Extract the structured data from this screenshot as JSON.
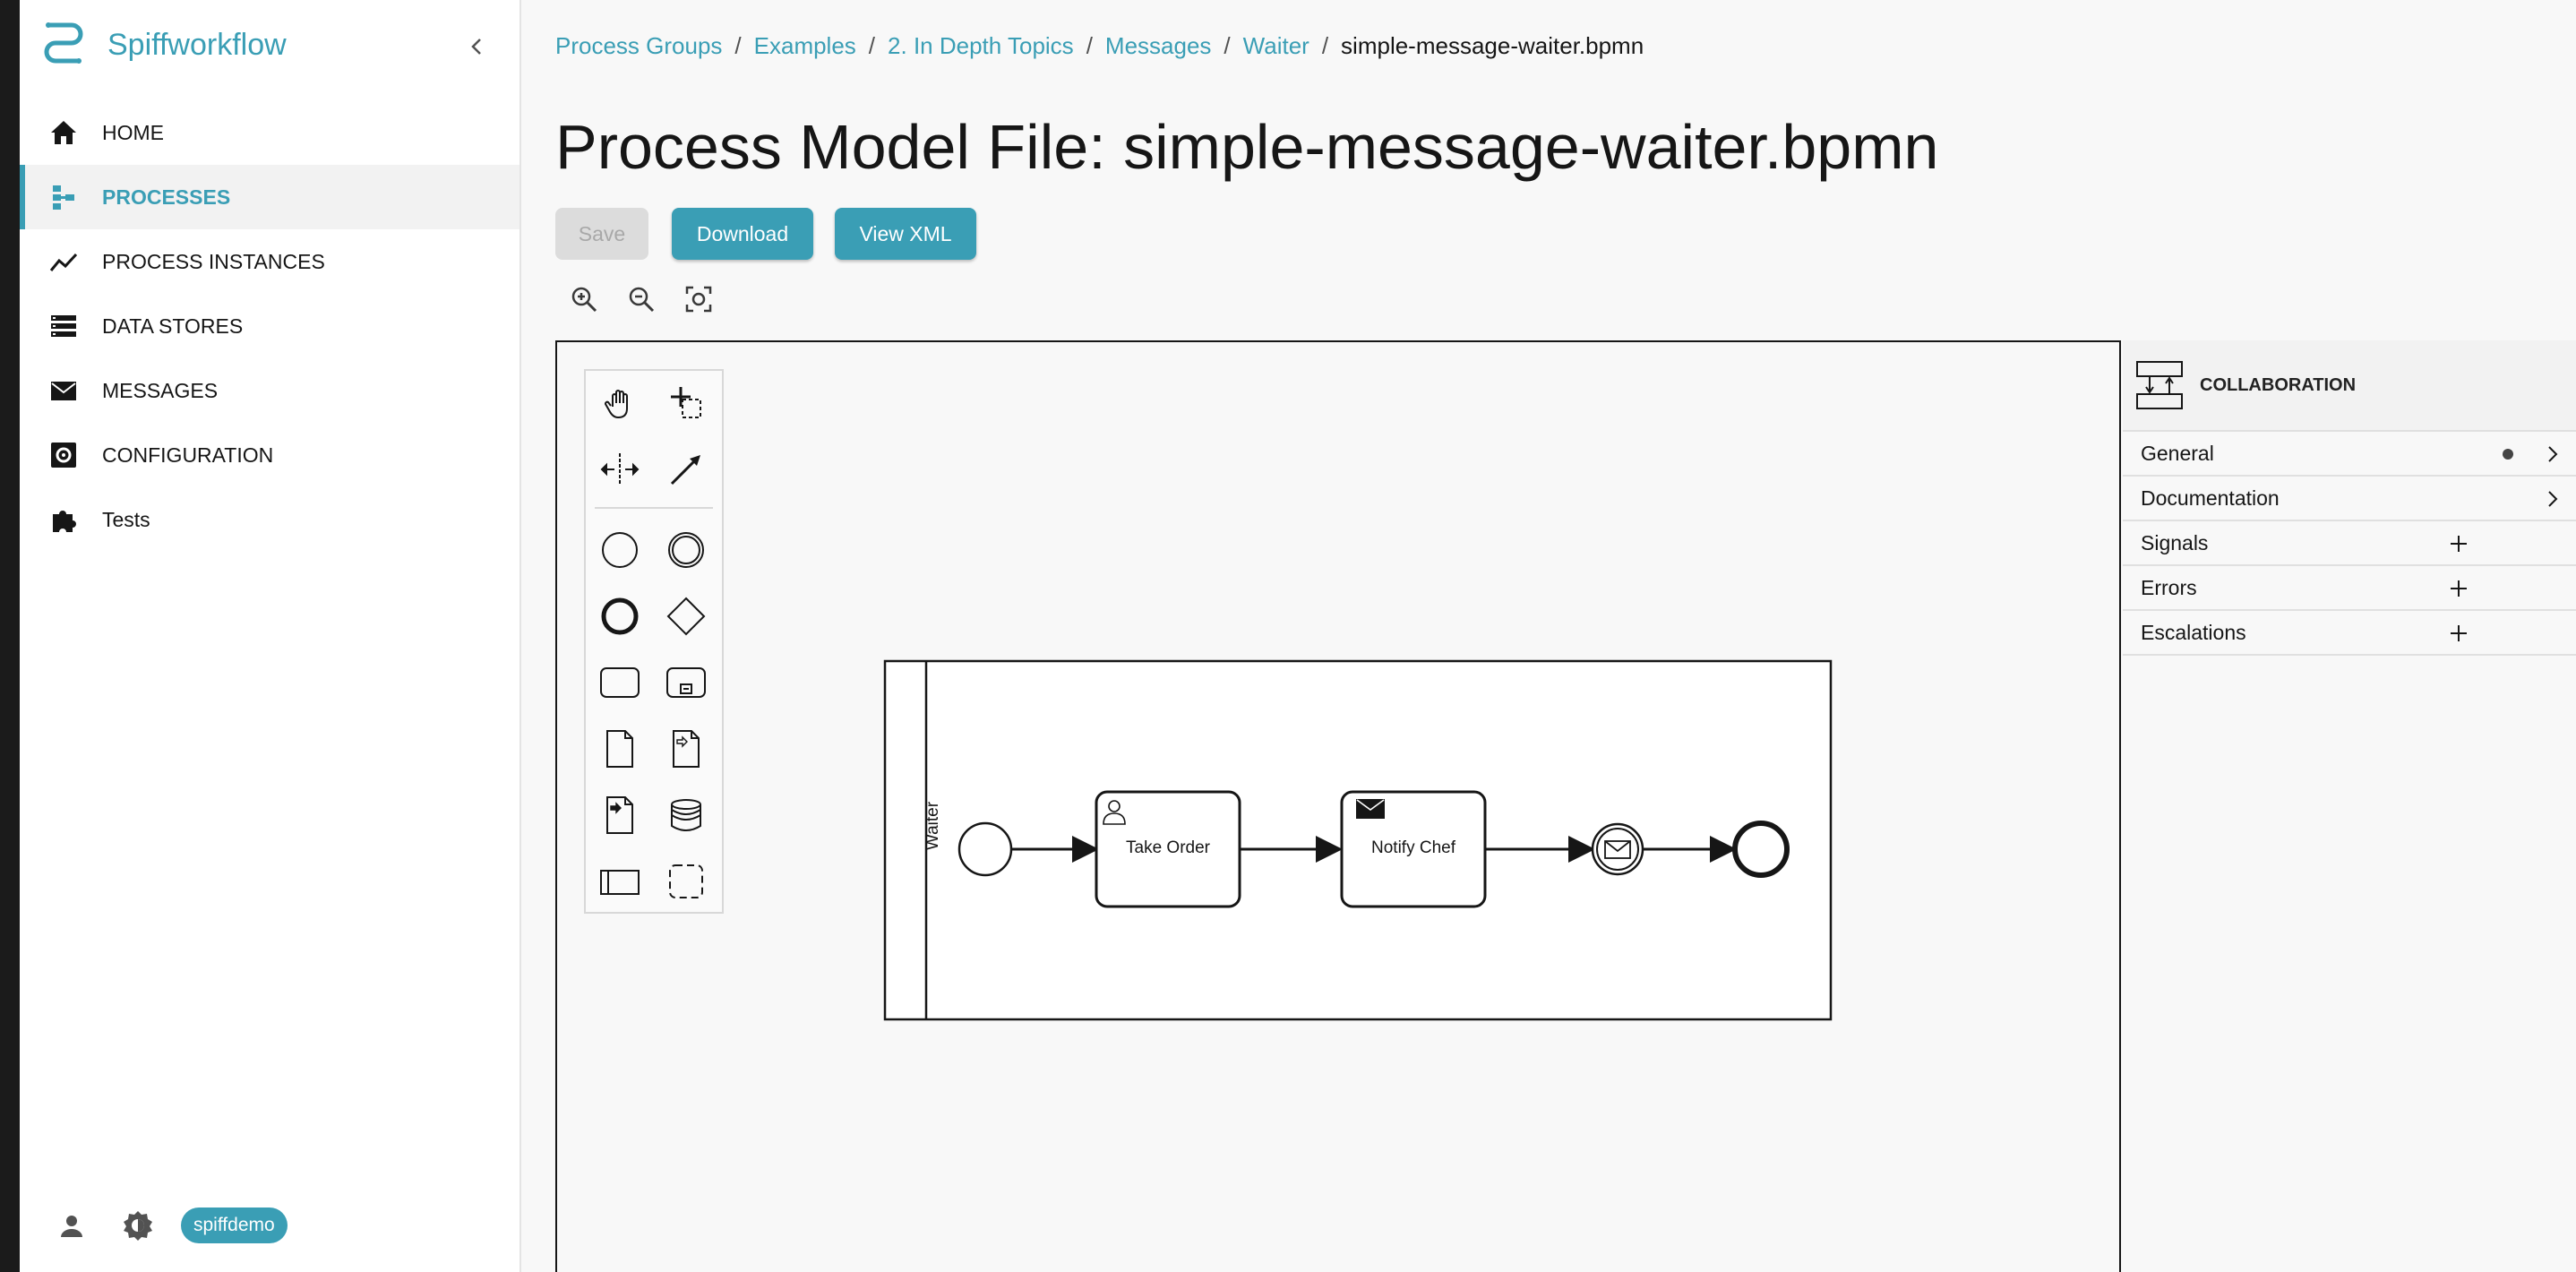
{
  "app": {
    "name": "Spiffworkflow"
  },
  "nav": {
    "items": [
      {
        "label": "HOME",
        "icon": "home-icon"
      },
      {
        "label": "PROCESSES",
        "icon": "process-tree-icon",
        "active": true
      },
      {
        "label": "PROCESS INSTANCES",
        "icon": "chart-line-icon"
      },
      {
        "label": "DATA STORES",
        "icon": "data-stores-icon"
      },
      {
        "label": "MESSAGES",
        "icon": "email-icon"
      },
      {
        "label": "CONFIGURATION",
        "icon": "settings-icon"
      },
      {
        "label": "Tests",
        "icon": "puzzle-icon"
      }
    ]
  },
  "footer": {
    "username": "spiffdemo"
  },
  "breadcrumb": {
    "items": [
      "Process Groups",
      "Examples",
      "2. In Depth Topics",
      "Messages",
      "Waiter"
    ],
    "current": "simple-message-waiter.bpmn"
  },
  "page": {
    "title": "Process Model File: simple-message-waiter.bpmn"
  },
  "toolbar": {
    "save_label": "Save",
    "download_label": "Download",
    "view_xml_label": "View XML"
  },
  "diagram": {
    "lane_label": "Waiter",
    "task_take_order": "Take Order",
    "task_notify_chef": "Notify Chef"
  },
  "properties": {
    "header": "COLLABORATION",
    "groups": [
      "General",
      "Documentation",
      "Signals",
      "Errors",
      "Escalations"
    ]
  },
  "colors": {
    "accent": "#3a9eb5",
    "text": "#161616"
  }
}
